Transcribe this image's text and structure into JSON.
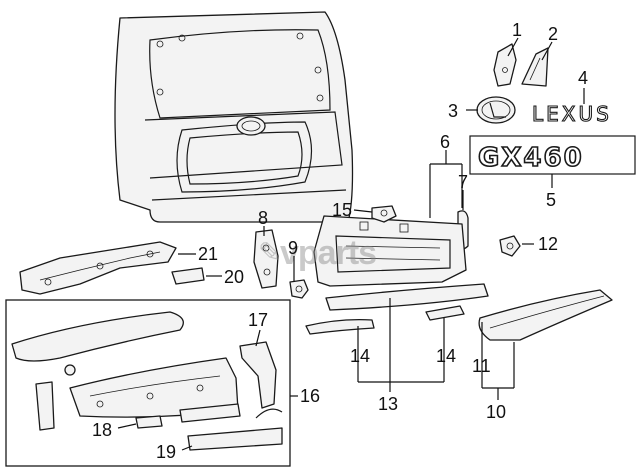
{
  "callouts": {
    "c1": "1",
    "c2": "2",
    "c3": "3",
    "c4": "4",
    "c5": "5",
    "c6": "6",
    "c7": "7",
    "c8": "8",
    "c9": "9",
    "c10": "10",
    "c11": "11",
    "c12": "12",
    "c13": "13",
    "c14a": "14",
    "c14b": "14",
    "c15": "15",
    "c16": "16",
    "c17": "17",
    "c18": "18",
    "c19": "19",
    "c20": "20",
    "c21": "21"
  },
  "emblems": {
    "model": "GX460",
    "brand": "LEXUS"
  },
  "watermark": {
    "text": "vparts",
    "icon": "wrench-icon"
  }
}
